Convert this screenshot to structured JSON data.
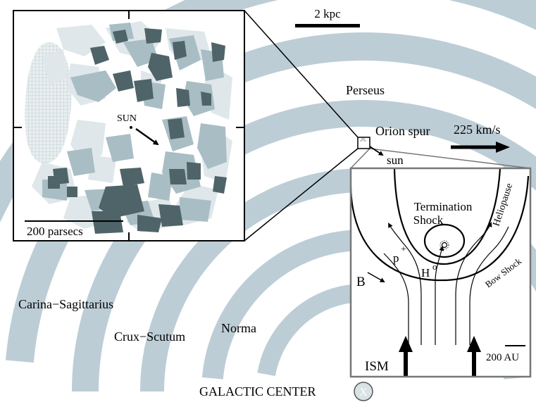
{
  "scale_bar": {
    "label": "2 kpc"
  },
  "arms": {
    "perseus": "Perseus",
    "orion": "Orion spur",
    "carina": "Carina−Sagittarius",
    "crux": "Crux−Scutum",
    "norma": "Norma"
  },
  "galactic_center": {
    "label": "GALACTIC CENTER",
    "marker": "X"
  },
  "velocity": {
    "label": "225 km/s"
  },
  "sun_pointer": {
    "label": "sun"
  },
  "local_inset": {
    "sun_label": "SUN",
    "scale_label": "200 parsecs"
  },
  "helio_inset": {
    "termination_1": "Termination",
    "termination_2": "Shock",
    "heliopause": "Heliopause",
    "bow_shock": "Bow Shock",
    "proton": "p",
    "proton_sup": "+",
    "hydrogen": "H",
    "hydrogen_sup": "o",
    "field": "B",
    "ism": "ISM",
    "scale_label": "200 AU"
  },
  "colors": {
    "arm": "#bccdd6",
    "cloud_light": "#dfe7ea",
    "cloud_mid": "#a9bdc4",
    "cloud_dark": "#4f6468",
    "frame": "#000000",
    "helio_frame": "#7a7a7a"
  }
}
